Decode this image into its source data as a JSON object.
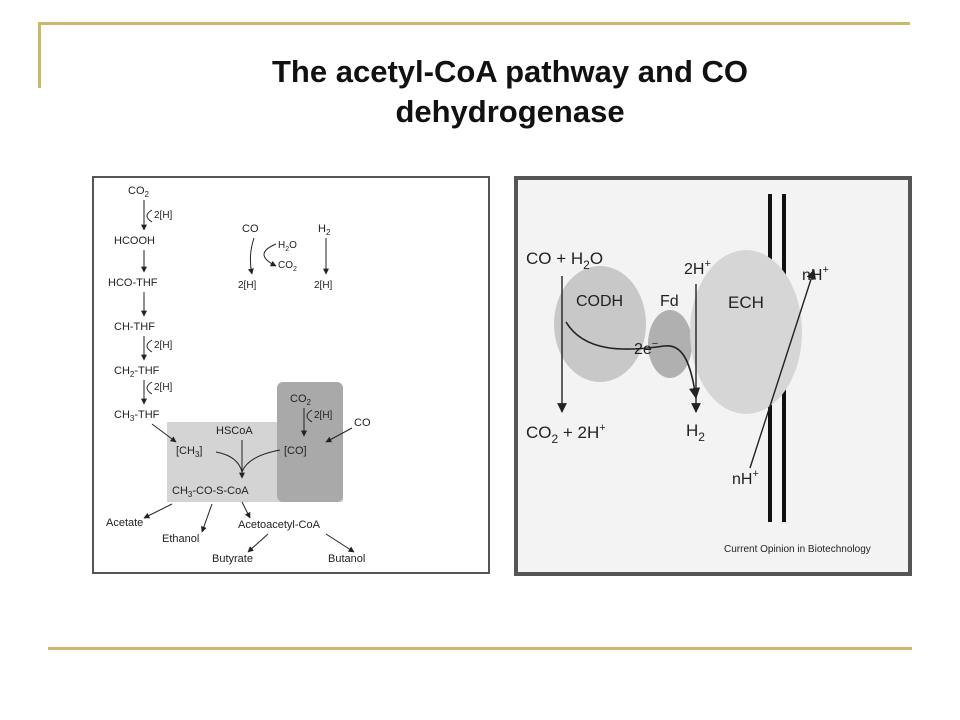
{
  "slide": {
    "title_line1": "The acetyl-CoA pathway and CO",
    "title_line2": "dehydrogenase"
  },
  "colors": {
    "rule": "#cdb86a",
    "light_box": "#d4d4d4",
    "dark_box": "#a9a9a9",
    "codh": "#c8c8c8",
    "fd": "#b0b0b0",
    "ech": "#d6d6d6"
  },
  "left_diagram": {
    "co2_top": "CO",
    "co2_top_sub": "2",
    "step1": "2[H]",
    "hcooh": "HCOOH",
    "hco_thf": "HCO-THF",
    "ch_thf": "CH-THF",
    "step2": "2[H]",
    "ch2_thf_a": "CH",
    "ch2_thf_sub": "2",
    "ch2_thf_b": "-THF",
    "step3": "2[H]",
    "ch3_thf_a": "CH",
    "ch3_thf_sub": "3",
    "ch3_thf_b": "-THF",
    "co_label": "CO",
    "h2o_a": "H",
    "h2o_sub": "2",
    "h2o_b": "O",
    "co2_mid": "CO",
    "co2_mid_sub": "2",
    "h_left": "2[H]",
    "h2_a": "H",
    "h2_sub": "2",
    "h_right": "2[H]",
    "dark_co2": "CO",
    "dark_co2_sub": "2",
    "dark_step": "2[H]",
    "co_right": "CO",
    "hscoa": "HSCoA",
    "ch3_box_a": "[CH",
    "ch3_box_sub": "3",
    "ch3_box_b": "]",
    "co_box": "[CO]",
    "acetylcoa_a": "CH",
    "acetylcoa_sub": "3",
    "acetylcoa_b": "-CO-S-CoA",
    "acetate": "Acetate",
    "ethanol": "Ethanol",
    "acetoacetyl": "Acetoacetyl-CoA",
    "butyrate": "Butyrate",
    "butanol": "Butanol"
  },
  "right_diagram": {
    "co_h2o_a": "CO + H",
    "co_h2o_sub": "2",
    "co_h2o_b": "O",
    "codh": "CODH",
    "fd": "Fd",
    "ech": "ECH",
    "two_h_a": "2H",
    "two_h_sup": "+",
    "two_e_a": "2e",
    "two_e_sup": "−",
    "nh_top_a": "nH",
    "nh_top_sup": "+",
    "co2_2h_a": "CO",
    "co2_2h_sub": "2",
    "co2_2h_b": " + 2H",
    "co2_2h_sup": "+",
    "h2_a": "H",
    "h2_sub": "2",
    "nh_bottom_a": "nH",
    "nh_bottom_sup": "+",
    "credit": "Current Opinion in Biotechnology"
  }
}
